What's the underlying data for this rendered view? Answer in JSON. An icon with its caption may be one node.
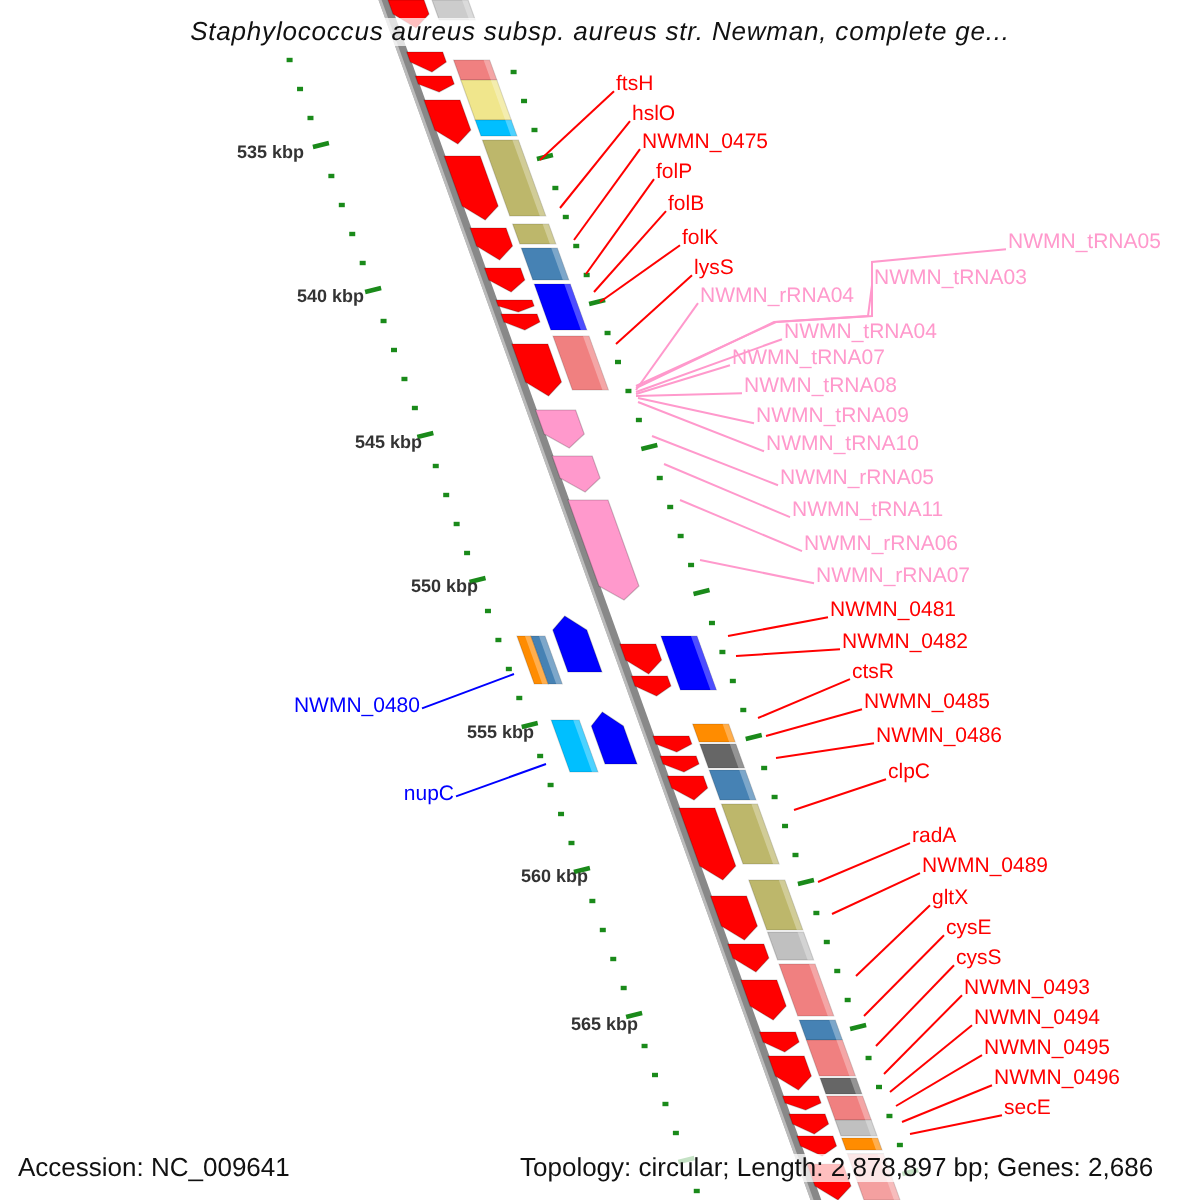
{
  "diagram": {
    "title": "Staphylococcus aureus subsp. aureus str. Newman, complete ge...",
    "nodes": [
      {
        "text": [
          "ftsH"
        ]
      },
      {
        "text": [
          "hslO"
        ]
      },
      {
        "text": [
          "NWMN_0475"
        ]
      },
      {
        "text": [
          "folP"
        ]
      },
      {
        "text": [
          "folB"
        ]
      },
      {
        "text": [
          "folK"
        ]
      },
      {
        "text": [
          "NWMN_tRNA05"
        ]
      },
      {
        "text": [
          "lysS"
        ]
      },
      {
        "text": [
          "NWMN_tRNA03"
        ]
      },
      {
        "text": [
          "NWMN_rRNA04"
        ]
      },
      {
        "text": [
          "NWMN_tRNA04"
        ]
      },
      {
        "text": [
          "NWMN_tRNA07"
        ]
      },
      {
        "text": [
          "NWMN_tRNA08"
        ]
      },
      {
        "text": [
          "NWMN_tRNA09"
        ]
      },
      {
        "text": [
          "NWMN_tRNA10"
        ]
      },
      {
        "text": [
          "NWMN_rRNA05"
        ]
      },
      {
        "text": [
          "NWMN_tRNA11"
        ]
      },
      {
        "text": [
          "NWMN_rRNA06"
        ]
      },
      {
        "text": [
          "NWMN_rRNA07"
        ]
      },
      {
        "text": [
          "NWMN_0481"
        ]
      },
      {
        "text": [
          "NWMN_0482"
        ]
      },
      {
        "text": [
          "ctsR"
        ]
      },
      {
        "text": [
          "NWMN_0485"
        ]
      },
      {
        "text": [
          "NWMN_0480"
        ]
      },
      {
        "text": [
          "NWMN_0486"
        ]
      },
      {
        "text": [
          "clpC"
        ]
      },
      {
        "text": [
          "nupC"
        ]
      },
      {
        "text": [
          "radA"
        ]
      },
      {
        "text": [
          "NWMN_0489"
        ]
      },
      {
        "text": [
          "gltX"
        ]
      },
      {
        "text": [
          "cysE"
        ]
      },
      {
        "text": [
          "cysS"
        ]
      },
      {
        "text": [
          "NWMN_0493"
        ]
      },
      {
        "text": [
          "NWMN_0494"
        ]
      },
      {
        "text": [
          "NWMN_0495"
        ]
      },
      {
        "text": [
          "NWMN_0496"
        ]
      },
      {
        "text": [
          "secE"
        ]
      }
    ],
    "edges": [
      {
        "from": 0,
        "to": null,
        "arrow": "none"
      },
      {
        "from": 1,
        "to": null,
        "arrow": "none"
      },
      {
        "from": 2,
        "to": null,
        "arrow": "none"
      },
      {
        "from": 3,
        "to": null,
        "arrow": "none"
      },
      {
        "from": 4,
        "to": null,
        "arrow": "none"
      },
      {
        "from": 5,
        "to": null,
        "arrow": "none"
      },
      {
        "from": 6,
        "to": null,
        "arrow": "none",
        "color": "#ff99cc"
      },
      {
        "from": 7,
        "to": null,
        "arrow": "none"
      },
      {
        "from": 8,
        "to": null,
        "arrow": "none",
        "color": "#ff99cc"
      },
      {
        "from": 9,
        "to": null,
        "arrow": "none",
        "color": "#ff99cc"
      },
      {
        "from": 10,
        "to": null,
        "arrow": "none",
        "color": "#ff99cc"
      },
      {
        "from": 11,
        "to": null,
        "arrow": "none",
        "color": "#ff99cc"
      },
      {
        "from": 12,
        "to": null,
        "arrow": "none",
        "color": "#ff99cc"
      },
      {
        "from": 13,
        "to": null,
        "arrow": "none",
        "color": "#ff99cc"
      },
      {
        "from": 14,
        "to": null,
        "arrow": "none",
        "color": "#ff99cc"
      },
      {
        "from": 15,
        "to": null,
        "arrow": "none",
        "color": "#ff99cc"
      },
      {
        "from": 16,
        "to": null,
        "arrow": "none",
        "color": "#ff99cc"
      },
      {
        "from": 17,
        "to": null,
        "arrow": "none",
        "color": "#ff99cc"
      },
      {
        "from": 18,
        "to": null,
        "arrow": "none",
        "color": "#ff99cc"
      },
      {
        "from": 19,
        "to": null,
        "arrow": "none"
      },
      {
        "from": 20,
        "to": null,
        "arrow": "none"
      },
      {
        "from": 21,
        "to": null,
        "arrow": "none"
      },
      {
        "from": 22,
        "to": null,
        "arrow": "none"
      },
      {
        "from": 23,
        "to": null,
        "arrow": "none",
        "color": "#0000ff"
      },
      {
        "from": 24,
        "to": null,
        "arrow": "none"
      },
      {
        "from": 25,
        "to": null,
        "arrow": "none"
      },
      {
        "from": 26,
        "to": null,
        "arrow": "none",
        "color": "#0000ff"
      },
      {
        "from": 27,
        "to": null,
        "arrow": "none"
      },
      {
        "from": 28,
        "to": null,
        "arrow": "none"
      },
      {
        "from": 29,
        "to": null,
        "arrow": "none"
      },
      {
        "from": 30,
        "to": null,
        "arrow": "none"
      },
      {
        "from": 31,
        "to": null,
        "arrow": "none"
      },
      {
        "from": 32,
        "to": null,
        "arrow": "none"
      },
      {
        "from": 33,
        "to": null,
        "arrow": "none"
      },
      {
        "from": 34,
        "to": null,
        "arrow": "none"
      },
      {
        "from": 35,
        "to": null,
        "arrow": "none"
      },
      {
        "from": 36,
        "to": null,
        "arrow": "none"
      }
    ],
    "labels": [
      "535 kbp",
      "540 kbp",
      "545 kbp",
      "550 kbp",
      "555 kbp",
      "560 kbp",
      "565 kbp",
      "Accession: NC_009641",
      "Topology: circular; Length: 2,878,897 bp; Genes: 2,686"
    ]
  }
}
